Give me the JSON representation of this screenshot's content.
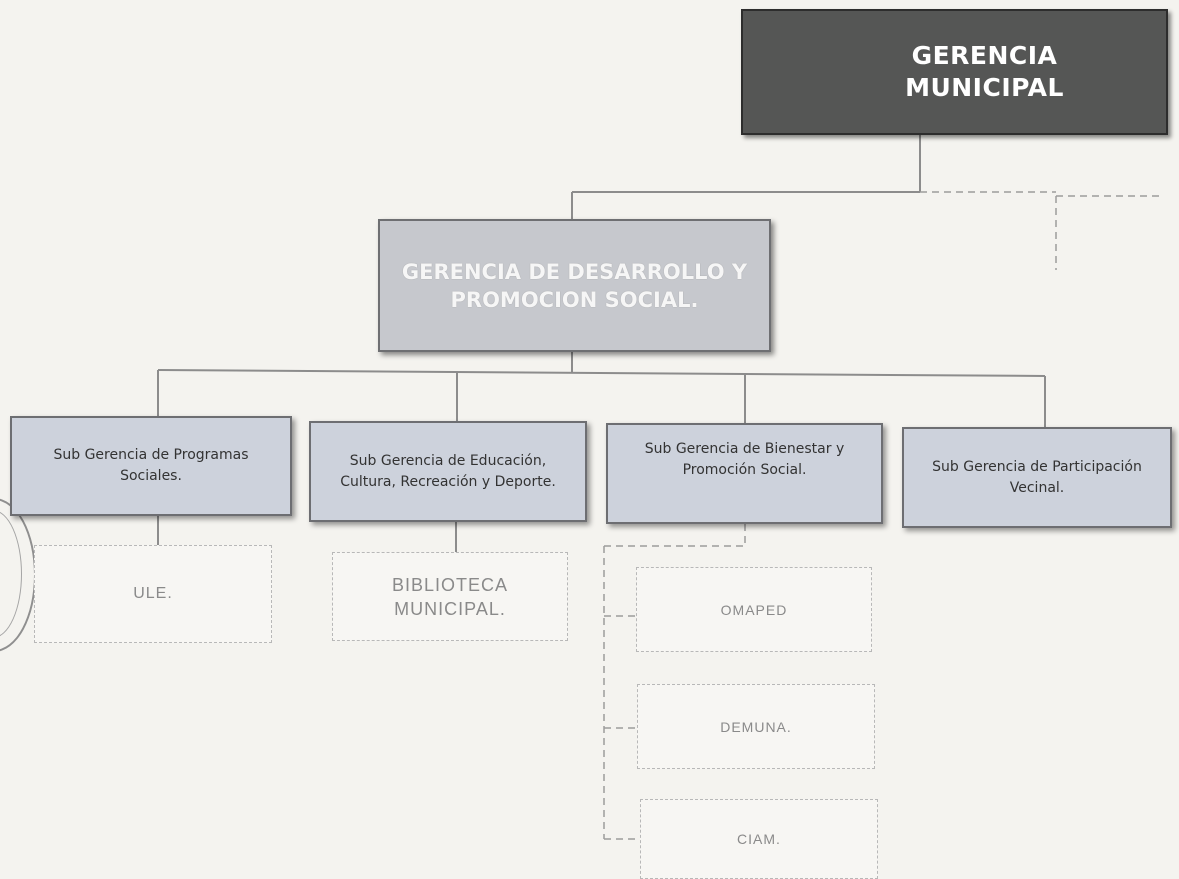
{
  "org_chart": {
    "root": {
      "label": "GERENCIA MUNICIPAL"
    },
    "level1": {
      "label": "GERENCIA DE DESARROLLO Y PROMOCION SOCIAL."
    },
    "sub_units": [
      {
        "label": "Sub Gerencia de Programas Sociales."
      },
      {
        "label": "Sub Gerencia de Educación, Cultura, Recreación y Deporte."
      },
      {
        "label": "Sub Gerencia de Bienestar y Promoción Social."
      },
      {
        "label": "Sub Gerencia de Participación Vecinal."
      }
    ],
    "offices": [
      {
        "label": "ULE."
      },
      {
        "label": "BIBLIOTECA MUNICIPAL."
      },
      {
        "label": "OMAPED"
      },
      {
        "label": "DEMUNA."
      },
      {
        "label": "CIAM."
      }
    ],
    "colors": {
      "root_fill": "#555655",
      "level1_fill": "#c6c8cd",
      "sub_fill": "#cdd2dc",
      "connector": "#8c8c8c"
    }
  }
}
